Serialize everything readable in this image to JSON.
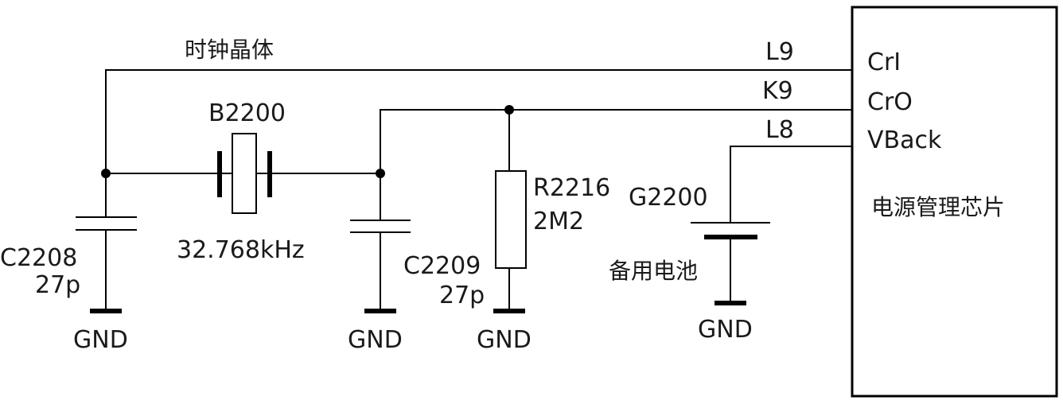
{
  "labels": {
    "clock_crystal": "时钟晶体",
    "crystal_ref": "B2200",
    "crystal_freq": "32.768kHz",
    "c2208_ref": "C2208",
    "c2208_val": "27p",
    "c2209_ref": "C2209",
    "c2209_val": "27p",
    "r2216_ref": "R2216",
    "r2216_val": "2M2",
    "battery_ref": "G2200",
    "battery_desc": "备用电池",
    "gnd1": "GND",
    "gnd2": "GND",
    "gnd3": "GND",
    "gnd4": "GND",
    "net_l9": "L9",
    "net_k9": "K9",
    "net_l8": "L8",
    "pin_cri": "CrI",
    "pin_cro": "CrO",
    "pin_vback": "VBack",
    "ic_name": "电源管理芯片"
  },
  "colors": {
    "line": "#000000",
    "text": "#1a1a1a",
    "background": "#ffffff"
  }
}
